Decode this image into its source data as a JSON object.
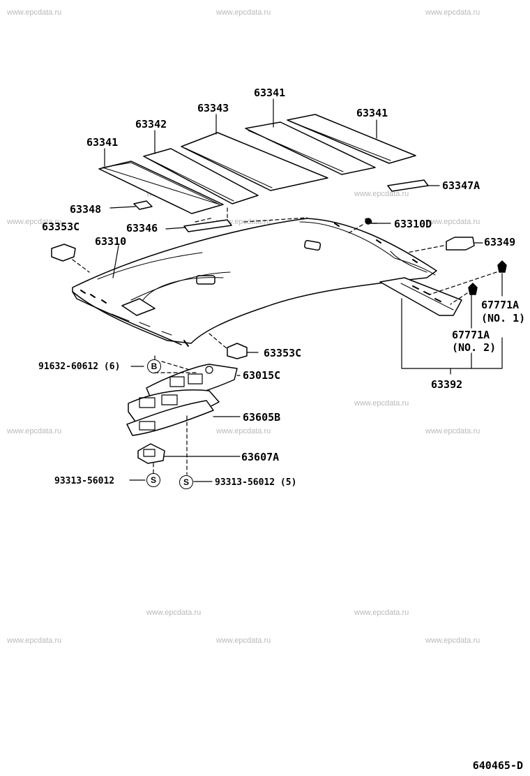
{
  "watermark": "www.epcdata.ru",
  "parts": {
    "p63341_a": "63341",
    "p63343": "63343",
    "p63341_b": "63341",
    "p63342": "63342",
    "p63341_c": "63341",
    "p63347A": "63347A",
    "p63348": "63348",
    "p63353C_a": "63353C",
    "p63346": "63346",
    "p63310D": "63310D",
    "p63310": "63310",
    "p63349": "63349",
    "p67771A_1": "67771A",
    "p67771A_1_note": "(NO. 1)",
    "p67771A_2": "67771A",
    "p67771A_2_note": "(NO. 2)",
    "p63353C_b": "63353C",
    "p91632": "91632-60612 (6)",
    "p63015C": "63015C",
    "p63392": "63392",
    "p63605B": "63605B",
    "p63607A": "63607A",
    "p93313_a": "93313-56012",
    "p93313_b": "93313-56012 (5)"
  },
  "symbols": {
    "b": "B",
    "s1": "S",
    "s2": "S"
  },
  "diagram_code": "640465-D"
}
